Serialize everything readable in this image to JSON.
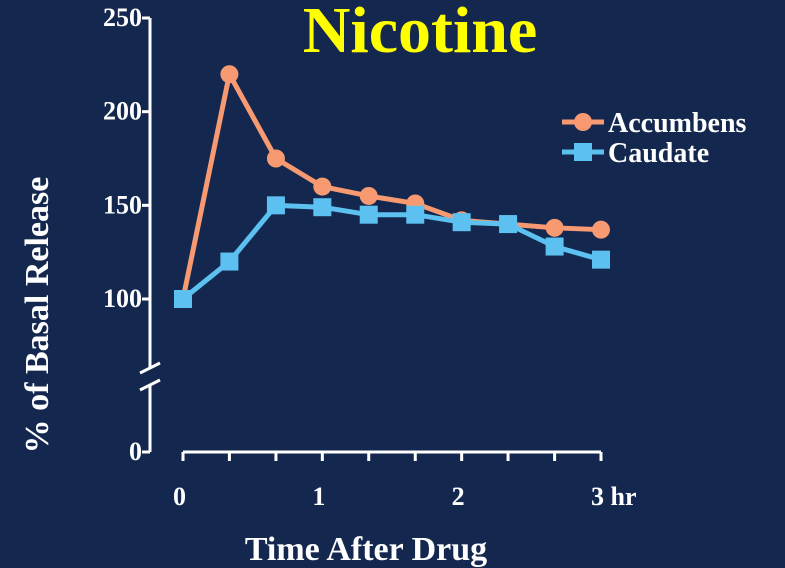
{
  "chart_data": {
    "type": "line",
    "title": "Nicotine",
    "xlabel": "Time After Drug",
    "ylabel": "% of Basal Release",
    "xlim": [
      0,
      3
    ],
    "ylim": [
      0,
      250
    ],
    "y_axis_break": [
      0,
      100
    ],
    "x_ticks": [
      0,
      0.333,
      0.667,
      1,
      1.333,
      1.667,
      2,
      2.333,
      2.667,
      3
    ],
    "x_tick_labels": [
      {
        "value": 0,
        "label": "0"
      },
      {
        "value": 1,
        "label": "1"
      },
      {
        "value": 2,
        "label": "2"
      },
      {
        "value": 3,
        "label": "3 hr"
      }
    ],
    "y_tick_labels": [
      {
        "value": 0,
        "label": "0"
      },
      {
        "value": 100,
        "label": "100"
      },
      {
        "value": 150,
        "label": "150"
      },
      {
        "value": 200,
        "label": "200"
      },
      {
        "value": 250,
        "label": "250"
      }
    ],
    "grid": false,
    "legend_position": "top-right",
    "series": [
      {
        "name": "Accumbens",
        "color": "#f79a72",
        "marker": "circle",
        "x": [
          0,
          0.333,
          0.667,
          1,
          1.333,
          1.667,
          2,
          2.333,
          2.667,
          3
        ],
        "y": [
          100,
          220,
          175,
          160,
          155,
          151,
          142,
          140,
          138,
          137
        ]
      },
      {
        "name": "Caudate",
        "color": "#5cc1f0",
        "marker": "square",
        "x": [
          0,
          0.333,
          0.667,
          1,
          1.333,
          1.667,
          2,
          2.333,
          2.667,
          3
        ],
        "y": [
          100,
          120,
          150,
          149,
          145,
          145,
          141,
          140,
          128,
          121
        ]
      }
    ]
  }
}
